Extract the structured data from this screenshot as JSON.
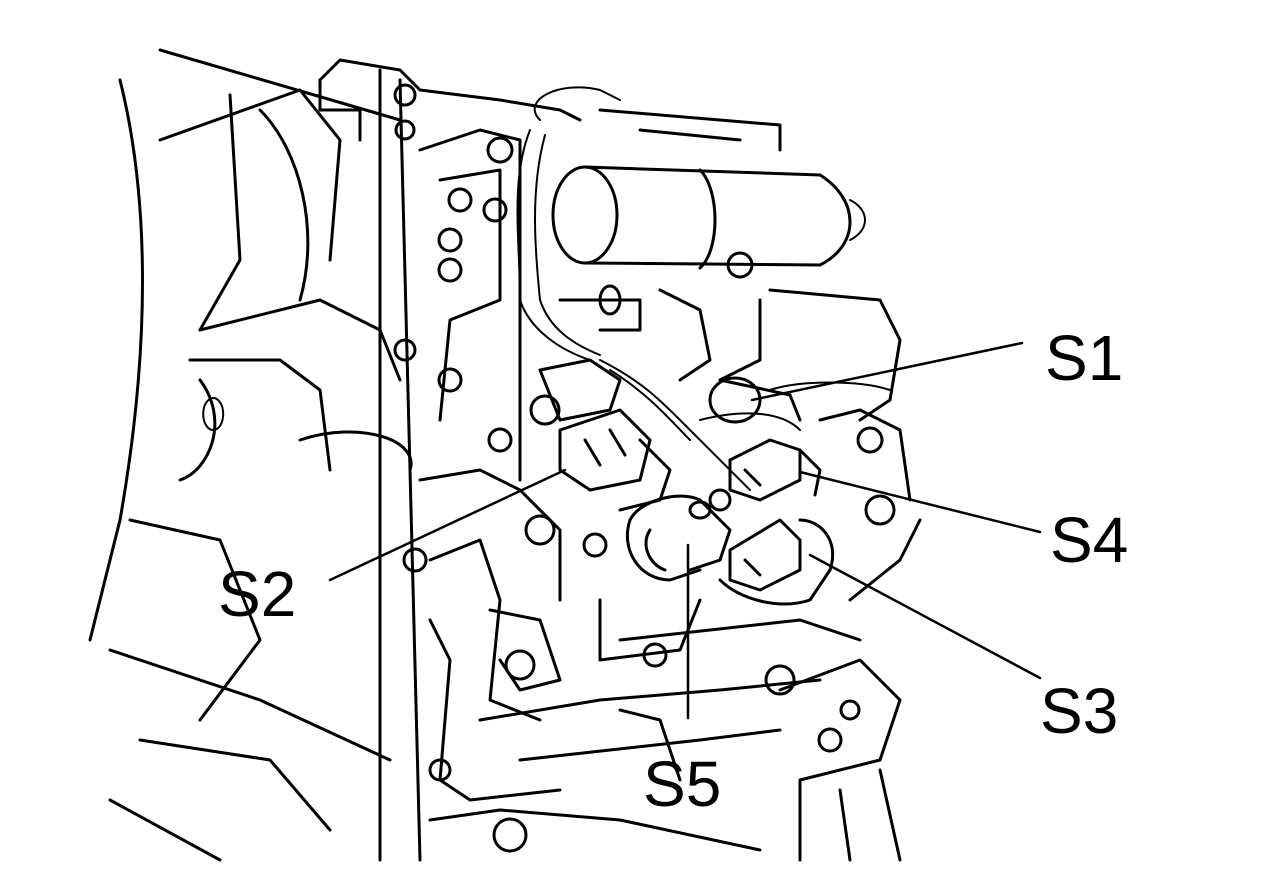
{
  "callouts": [
    {
      "id": "s1",
      "text": "S1"
    },
    {
      "id": "s2",
      "text": "S2"
    },
    {
      "id": "s3",
      "text": "S3"
    },
    {
      "id": "s4",
      "text": "S4"
    },
    {
      "id": "s5",
      "text": "S5"
    }
  ]
}
